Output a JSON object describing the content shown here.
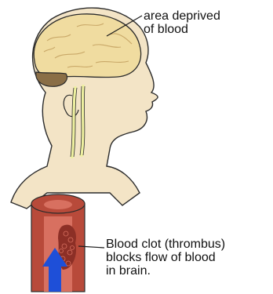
{
  "labels": {
    "area": [
      "area deprived",
      "of blood"
    ],
    "clot": [
      "Blood clot (thrombus)",
      "blocks flow of blood",
      "in brain."
    ]
  },
  "colors": {
    "skin": "#f3e4c6",
    "outline": "#2b2b2b",
    "brain": "#f0dca0",
    "brain_folds": "#c9a868",
    "cerebellum": "#8a6e46",
    "artery_in_neck": "#eef0a0",
    "vessel_wall": "#b84a3a",
    "vessel_lumen": "#d87060",
    "clot": "#8c2f26",
    "arrow": "#1e4fd8",
    "leader_line": "#1a1a1a"
  }
}
